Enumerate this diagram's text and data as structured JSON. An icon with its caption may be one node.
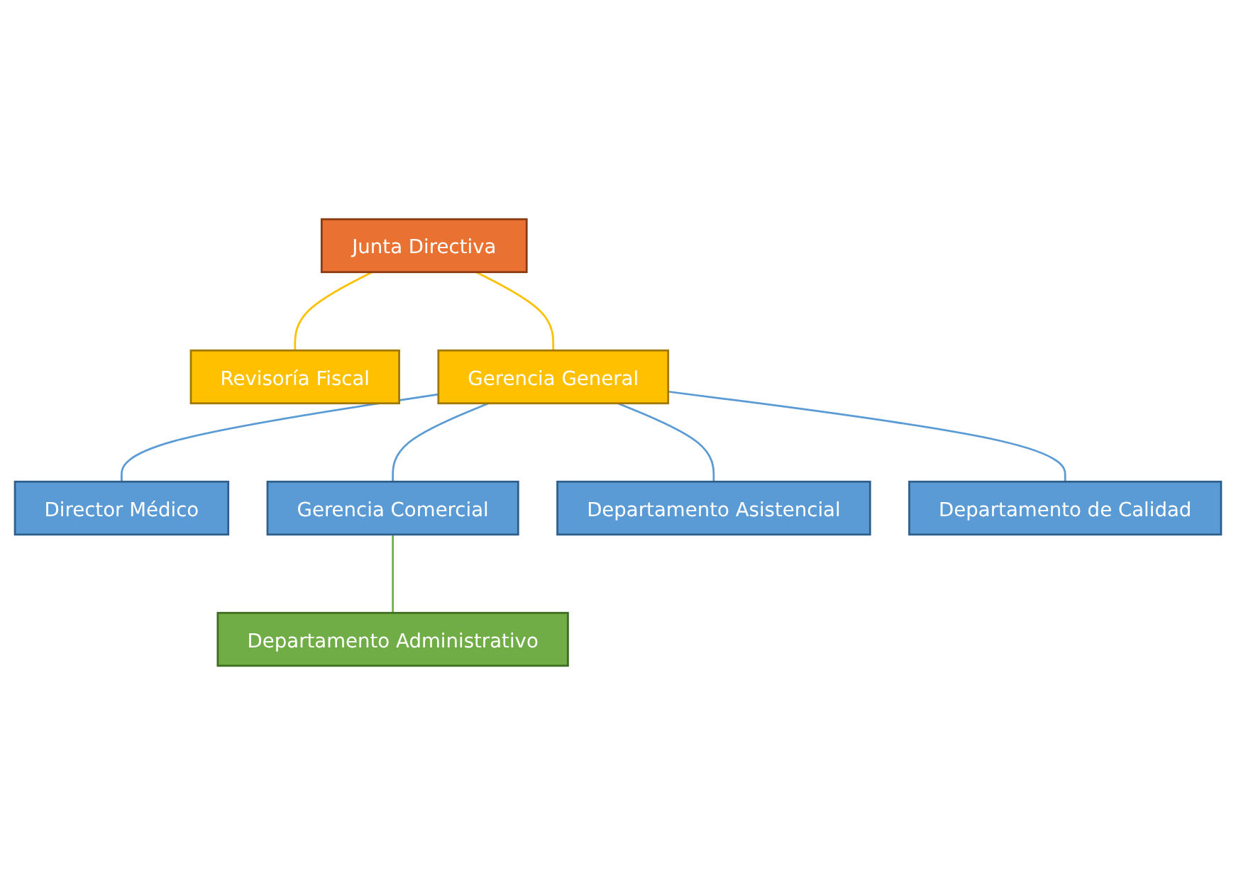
{
  "diagram": {
    "nodes": [
      {
        "text": [
          "Junta Directiva"
        ]
      },
      {
        "text": [
          "Revisoría Fiscal"
        ]
      },
      {
        "text": [
          "Gerencia General"
        ]
      },
      {
        "text": [
          "Director Médico"
        ]
      },
      {
        "text": [
          "Gerencia Comercial"
        ]
      },
      {
        "text": [
          "Departamento Asistencial"
        ]
      },
      {
        "text": [
          "Departamento de Calidad"
        ]
      },
      {
        "text": [
          "Departamento Administrativo"
        ]
      }
    ],
    "edges": [
      {
        "from": 0,
        "to": 1,
        "arrow": "none",
        "color": "#ffc000"
      },
      {
        "from": 0,
        "to": 2,
        "arrow": "none",
        "color": "#ffc000"
      },
      {
        "from": 2,
        "to": 3,
        "arrow": "none"
      },
      {
        "from": 2,
        "to": 4,
        "arrow": "none"
      },
      {
        "from": 2,
        "to": 5,
        "arrow": "none"
      },
      {
        "from": 2,
        "to": 6,
        "arrow": "none"
      },
      {
        "from": 4,
        "to": 7,
        "arrow": "none",
        "color": "#70ad47"
      }
    ]
  }
}
